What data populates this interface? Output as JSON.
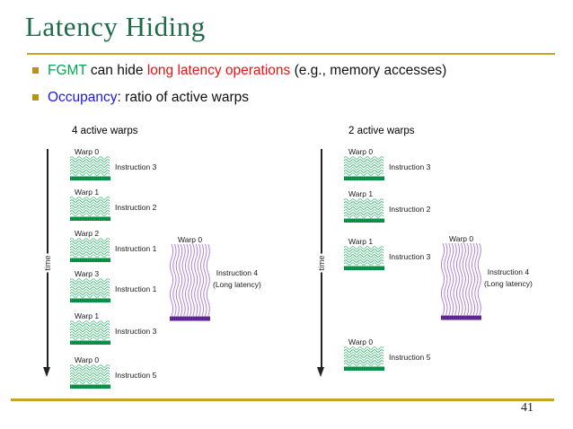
{
  "slide": {
    "title": "Latency Hiding",
    "page_number": "41",
    "colors": {
      "title": "#1e6b4a",
      "rule_gold": "#c9a227",
      "bullet_marker": "#b8960b",
      "fgmt_green": "#00a651",
      "latency_red": "#ee1111",
      "occupancy_blue": "#1a1ae8",
      "warp_green": "#2ea768",
      "warp_green_dark": "#0ba150",
      "warp_purple": "#ab84d6",
      "warp_purple_dark": "#6b2fa0"
    },
    "bullets": [
      {
        "segments": [
          {
            "text": "FGMT",
            "color": "#00a651"
          },
          {
            "text": " can hide ",
            "color": "#111111"
          },
          {
            "text": "long latency operations",
            "color": "#ee1111"
          },
          {
            "text": " (e.g., memory accesses)",
            "color": "#111111"
          }
        ]
      },
      {
        "segments": [
          {
            "text": "Occupancy",
            "color": "#1a1ae8"
          },
          {
            "text": ": ratio of active warps",
            "color": "#111111"
          }
        ]
      }
    ],
    "diagrams": [
      {
        "id": "left",
        "header": "4 active warps",
        "time_label": "time",
        "warps": [
          {
            "warp": "Warp 0",
            "instruction": "Instruction 3"
          },
          {
            "warp": "Warp 1",
            "instruction": "Instruction 2"
          },
          {
            "warp": "Warp 2",
            "instruction": "Instruction 1"
          },
          {
            "warp": "Warp 3",
            "instruction": "Instruction 1"
          },
          {
            "warp": "Warp 1",
            "instruction": "Instruction 3"
          },
          {
            "warp": "Warp 0",
            "instruction": "Instruction 5"
          }
        ],
        "long_latency": {
          "warp": "Warp 0",
          "line1": "Instruction 4",
          "line2": "(Long latency)"
        }
      },
      {
        "id": "right",
        "header": "2 active warps",
        "time_label": "time",
        "warps": [
          {
            "warp": "Warp 0",
            "instruction": "Instruction 3"
          },
          {
            "warp": "Warp 1",
            "instruction": "Instruction 2"
          },
          {
            "warp": "Warp 1",
            "instruction": "Instruction 3"
          },
          {
            "warp": "Warp 0",
            "instruction": "Instruction 5"
          }
        ],
        "long_latency": {
          "warp": "Warp 0",
          "line1": "Instruction 4",
          "line2": "(Long latency)"
        }
      }
    ]
  }
}
